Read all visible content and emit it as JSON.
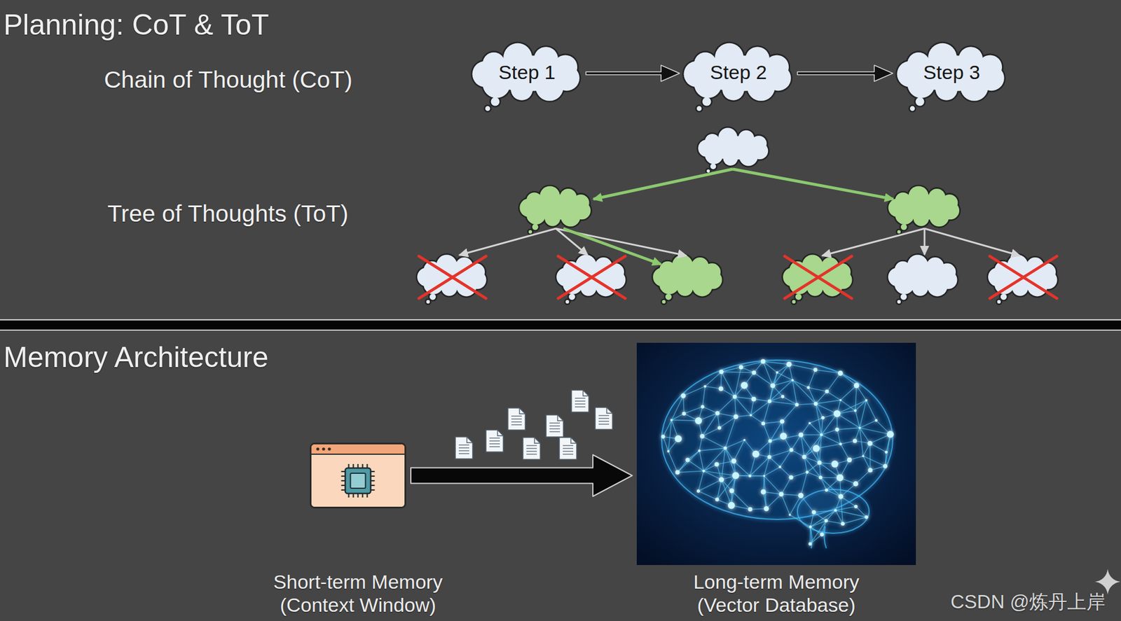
{
  "diagram": {
    "title": "Planning: CoT & ToT",
    "nodes": [
      {
        "text": [
          "Step 1"
        ]
      },
      {
        "text": [
          "Step 2"
        ]
      },
      {
        "text": [
          "Step 3"
        ]
      },
      {
        "text": [
          "Short-term Memory",
          "(Context Window)"
        ]
      },
      {
        "text": [
          "Long-term Memory",
          "(Vector Database)"
        ]
      }
    ],
    "edges": [
      {
        "from": 0,
        "to": 1,
        "arrow": "to"
      },
      {
        "from": 1,
        "to": 2,
        "arrow": "to"
      },
      {
        "from": 3,
        "to": 4,
        "arrow": "to"
      }
    ],
    "labels": [
      "Chain of Thought (CoT)",
      "Tree of Thoughts (ToT)",
      "Memory Architecture",
      "CSDN @炼丹上岸"
    ]
  }
}
